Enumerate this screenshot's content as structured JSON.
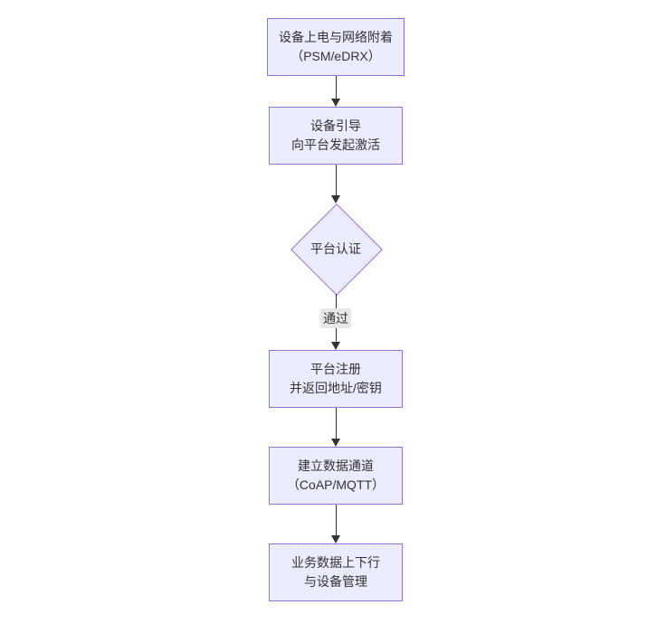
{
  "diagram": {
    "type": "flowchart",
    "direction": "top-down",
    "colors": {
      "background": "#ffffff",
      "node_fill": "#ECECFF",
      "node_border": "#9370DB",
      "text": "#333333",
      "edge": "#333333",
      "edge_label_bg": "#e8e8e8"
    },
    "icons": {
      "arrowhead": "arrowhead-down-icon"
    },
    "nodes": [
      {
        "id": "power-on",
        "shape": "rect",
        "lines": [
          "设备上电与网络附着",
          "（PSM/eDRX）"
        ]
      },
      {
        "id": "bootstrap",
        "shape": "rect",
        "lines": [
          "设备引导",
          "向平台发起激活"
        ]
      },
      {
        "id": "auth",
        "shape": "diamond",
        "lines": [
          "平台认证"
        ]
      },
      {
        "id": "register",
        "shape": "rect",
        "lines": [
          "平台注册",
          "并返回地址/密钥"
        ]
      },
      {
        "id": "channel",
        "shape": "rect",
        "lines": [
          "建立数据通道",
          "（CoAP/MQTT）"
        ]
      },
      {
        "id": "business",
        "shape": "rect",
        "lines": [
          "业务数据上下行",
          "与设备管理"
        ]
      }
    ],
    "edges": [
      {
        "from": "power-on",
        "to": "bootstrap",
        "label": ""
      },
      {
        "from": "bootstrap",
        "to": "auth",
        "label": ""
      },
      {
        "from": "auth",
        "to": "register",
        "label": "通过"
      },
      {
        "from": "register",
        "to": "channel",
        "label": ""
      },
      {
        "from": "channel",
        "to": "business",
        "label": ""
      }
    ]
  }
}
